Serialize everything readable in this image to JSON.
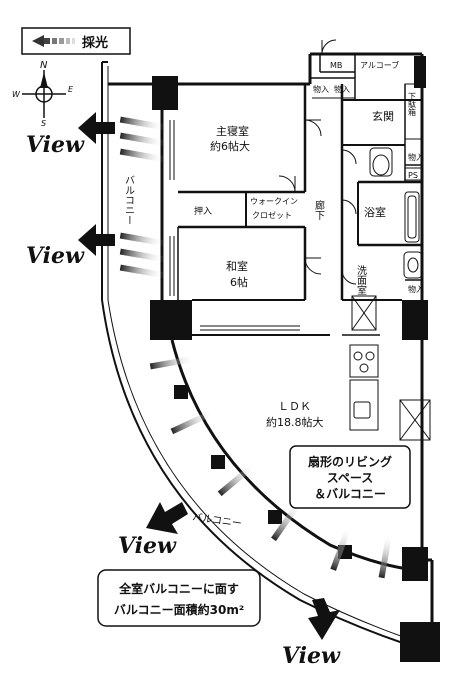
{
  "legend": {
    "daylight_label": "採光"
  },
  "compass": {
    "north": "N",
    "east": "E",
    "west": "W",
    "south": "S"
  },
  "view_label": "View",
  "rooms": {
    "master_bedroom": {
      "name": "主寝室",
      "size": "約6帖大"
    },
    "japanese_room": {
      "name": "和室",
      "size": "6帖"
    },
    "ldk": {
      "name": "ＬＤＫ",
      "size": "約18.8帖大"
    },
    "entrance": "玄関",
    "bathroom": "浴室",
    "washroom": "洗面室",
    "corridor": "廊下",
    "oshiire": "押入",
    "walk_in_closet_line1": "ウォークイン",
    "walk_in_closet_line2": "クロゼット",
    "storage": "物入",
    "mb": "MB",
    "alcove": "アルコーブ",
    "ps": "PS",
    "shoe_box": "下駄箱",
    "balcony": "バルコニー"
  },
  "callouts": {
    "fan_shaped": {
      "line1": "扇形のリビング",
      "line2": "スペース",
      "line3": "＆バルコニー"
    },
    "balcony_area": {
      "line1": "全室バルコニーに面す",
      "line2": "バルコニー面積約30m²"
    }
  }
}
